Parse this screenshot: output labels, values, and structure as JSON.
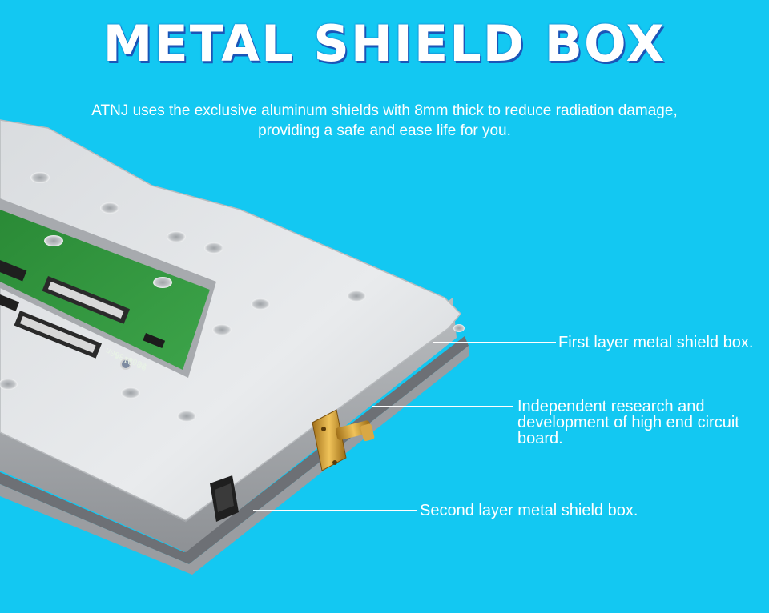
{
  "title": "METAL SHIELD BOX",
  "subtitle": {
    "line1": "ATNJ uses the exclusive aluminum shields with 8mm thick to reduce radiation damage,",
    "line2": "providing a safe and ease life for you."
  },
  "callouts": {
    "first_layer": "First layer metal shield box.",
    "circuit_board_line1": "Independent research and",
    "circuit_board_line2": "development of high end circuit",
    "circuit_board_line3": "board.",
    "second_layer": "Second layer metal shield box."
  },
  "pcb_text": {
    "line1": "8800-300n",
    "line2": "9C-S1-A"
  },
  "colors": {
    "background": "#13c8f2",
    "title_shadow": "#1a55b8",
    "pcb_green": "#2f8f3a",
    "connector_gold": "#c8962a"
  }
}
